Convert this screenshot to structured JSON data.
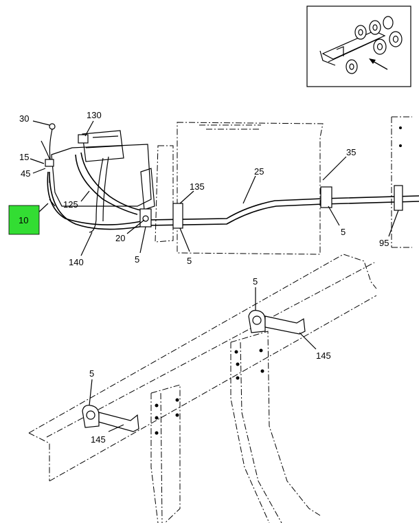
{
  "colors": {
    "highlight": "#33dd33",
    "line": "#000000",
    "background": "#ffffff"
  },
  "callouts": {
    "c30": "30",
    "c130": "130",
    "c15": "15",
    "c45": "45",
    "c10": "10",
    "c125": "125",
    "c20": "20",
    "c140": "140",
    "c5a": "5",
    "c5b": "5",
    "c135": "135",
    "c25": "25",
    "c35": "35",
    "c5c": "5",
    "c95": "95",
    "c5d": "5",
    "c145a": "145",
    "c5e": "5",
    "c145b": "145"
  },
  "highlighted_callout": "10"
}
